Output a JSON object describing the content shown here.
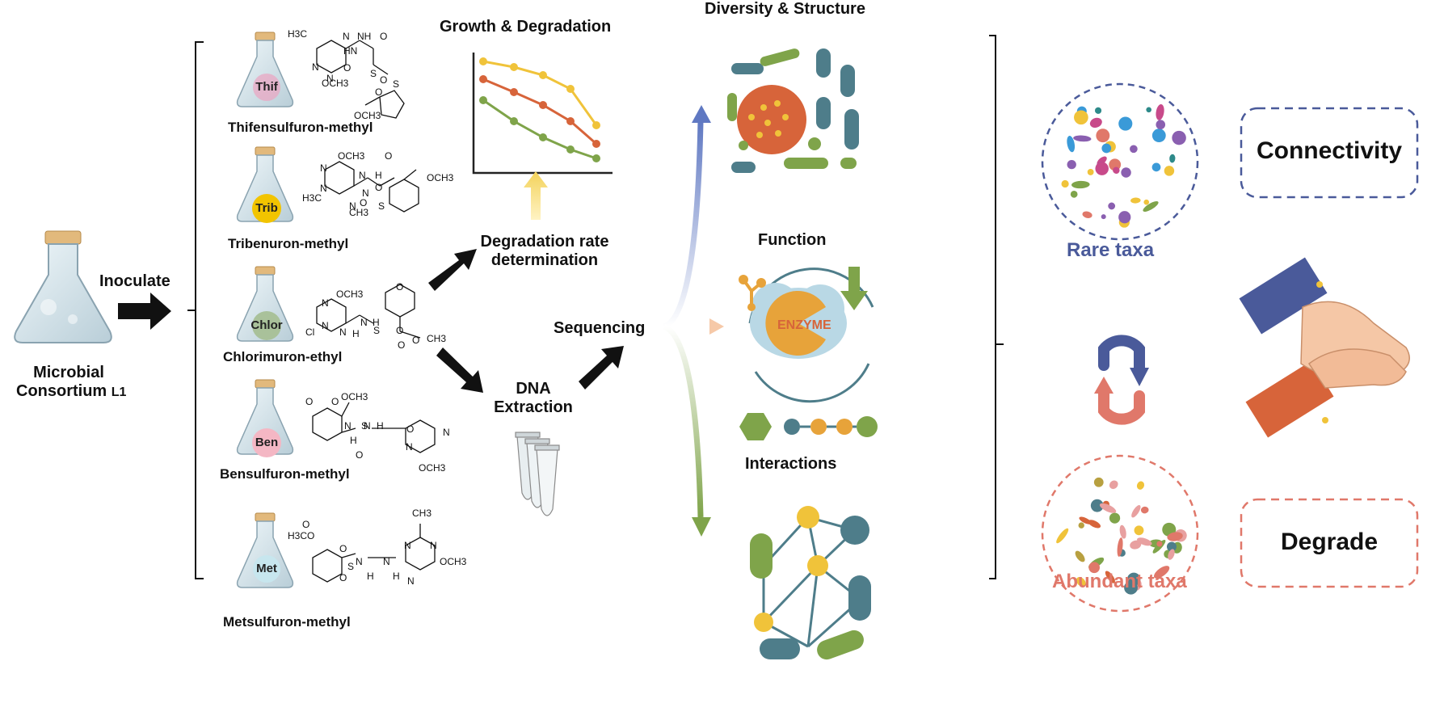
{
  "consortium": {
    "line1": "Microbial",
    "line2": "Consortium",
    "subscript": "L1",
    "inoculate_label": "Inoculate"
  },
  "herbicides": [
    {
      "abbr": "Thif",
      "name": "Thifensulfuron-methyl",
      "color": "#e9a7c3"
    },
    {
      "abbr": "Trib",
      "name": "Tribenuron-methyl",
      "color": "#f2c400"
    },
    {
      "abbr": "Chlor",
      "name": "Chlorimuron-ethyl",
      "color": "#a9c19a"
    },
    {
      "abbr": "Ben",
      "name": "Bensulfuron-methyl",
      "color": "#f4b7c4"
    },
    {
      "abbr": "Met",
      "name": "Metsulfuron-methyl",
      "color": "#c7e6ee"
    }
  ],
  "chem_text": {
    "thif": [
      "H3C",
      "N",
      "NH",
      "O",
      "N",
      "N",
      "HN",
      "O",
      "S",
      "OCH3",
      "O",
      "S",
      "O",
      "OCH3"
    ],
    "trib": [
      "OCH3",
      "O",
      "OCH3",
      "N",
      "N",
      "H3C",
      "N",
      "N",
      "N",
      "H",
      "O",
      "S",
      "O",
      "CH3"
    ],
    "chlor": [
      "OCH3",
      "N",
      "Cl",
      "N",
      "N",
      "H",
      "N",
      "H",
      "O",
      "S",
      "O",
      "O",
      "O",
      "CH3"
    ],
    "ben": [
      "O",
      "O",
      "OCH3",
      "N",
      "H",
      "N",
      "H",
      "O",
      "S",
      "O",
      "N",
      "N",
      "OCH3"
    ],
    "met": [
      "CH3",
      "H3CO",
      "O",
      "N",
      "N",
      "O",
      "S",
      "O",
      "N",
      "H",
      "N",
      "H",
      "N",
      "OCH3"
    ]
  },
  "process": {
    "growth_title": "Growth & Degradation",
    "rate_line1": "Degradation rate",
    "rate_line2": "determination",
    "dna_line1": "DNA",
    "dna_line2": "Extraction",
    "sequencing": "Sequencing"
  },
  "analyses": {
    "diversity": "Diversity & Structure",
    "function": "Function",
    "enzyme": "ENZYME",
    "interactions": "Interactions"
  },
  "summary": {
    "rare_taxa": "Rare taxa",
    "abundant_taxa": "Abundant taxa",
    "connectivity": "Connectivity",
    "degrade": "Degrade"
  },
  "colors": {
    "rare": "#4a5a9a",
    "abundant": "#e0786a",
    "green": "#7fa44a",
    "teal": "#4e7d8a",
    "orange": "#d7643a",
    "yellow": "#f0c33a"
  },
  "icons": [
    "flask-icon",
    "arrow-icon",
    "line-chart-icon",
    "tubes-icon",
    "microbes-icon",
    "enzyme-icon",
    "network-icon",
    "cycle-icon",
    "handshake-icon"
  ]
}
